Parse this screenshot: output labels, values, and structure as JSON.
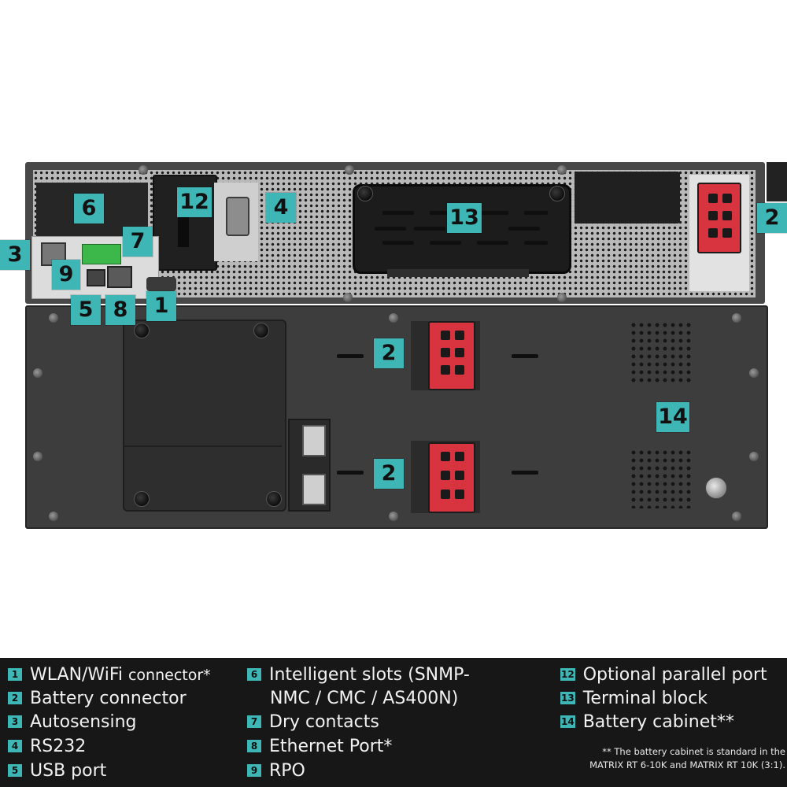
{
  "callouts": {
    "c1": "1",
    "c2a": "2",
    "c2b": "2",
    "c2c": "2",
    "c3": "3",
    "c4": "4",
    "c5": "5",
    "c6": "6",
    "c7": "7",
    "c8": "8",
    "c9": "9",
    "c12": "12",
    "c13": "13",
    "c14": "14"
  },
  "legend": {
    "items": [
      {
        "num": "1",
        "label": "WLAN/WiFi ",
        "label_small": "connector*"
      },
      {
        "num": "2",
        "label": "Battery connector"
      },
      {
        "num": "3",
        "label": "Autosensing"
      },
      {
        "num": "4",
        "label": "RS232"
      },
      {
        "num": "5",
        "label": "USB port"
      },
      {
        "num": "6",
        "label": "Intelligent slots (SNMP-",
        "label2": "NMC / CMC / AS400N)"
      },
      {
        "num": "7",
        "label": "Dry contacts"
      },
      {
        "num": "8",
        "label": "Ethernet Port*"
      },
      {
        "num": "9",
        "label": "RPO"
      },
      {
        "num": "12",
        "label": "Optional parallel port"
      },
      {
        "num": "13",
        "label": "Terminal block"
      },
      {
        "num": "14",
        "label": "Battery cabinet**"
      }
    ],
    "note_line1": "** The battery cabinet is standard in the",
    "note_line2": "MATRIX RT 6-10K and MATRIX RT 10K (3:1)."
  },
  "colors": {
    "callout": "#3fb6b6",
    "panel": "#3d3d3d",
    "connector_red": "#d8343f",
    "terminal_green": "#3cb84a",
    "legend_bg": "#171717"
  }
}
